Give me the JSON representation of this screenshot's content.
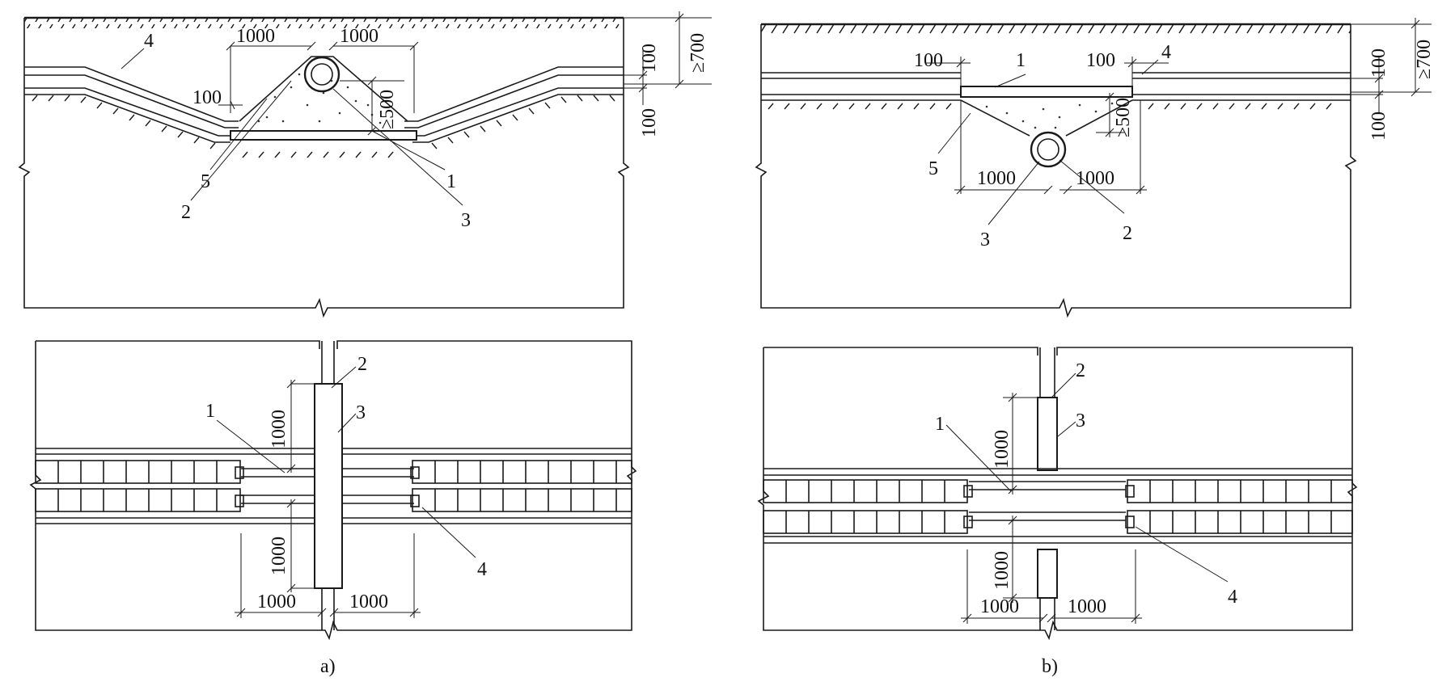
{
  "diagram_a": {
    "caption": "a)",
    "section": {
      "dim_1000_left": "1000",
      "dim_1000_right": "1000",
      "dim_100_shoulder": "100",
      "dim_500": "≥500",
      "dim_100_top": "100",
      "dim_100_bottom": "100",
      "dim_700": "≥700",
      "label_1": "1",
      "label_2": "2",
      "label_3": "3",
      "label_4": "4",
      "label_5": "5"
    },
    "plan": {
      "dim_1000_top": "1000",
      "dim_1000_bottom": "1000",
      "dim_1000_left": "1000",
      "dim_1000_right": "1000",
      "label_1": "1",
      "label_2": "2",
      "label_3": "3",
      "label_4": "4"
    }
  },
  "diagram_b": {
    "caption": "b)",
    "section": {
      "dim_100_left": "100",
      "dim_100_right": "100",
      "dim_1000_left": "1000",
      "dim_1000_right": "1000",
      "dim_500": "≥500",
      "dim_100_top": "100",
      "dim_100_bottom": "100",
      "dim_700": "≥700",
      "label_1": "1",
      "label_2": "2",
      "label_3": "3",
      "label_4": "4",
      "label_5": "5"
    },
    "plan": {
      "dim_1000_top": "1000",
      "dim_1000_bottom": "1000",
      "dim_1000_left": "1000",
      "dim_1000_right": "1000",
      "label_1": "1",
      "label_2": "2",
      "label_3": "3",
      "label_4": "4"
    }
  }
}
